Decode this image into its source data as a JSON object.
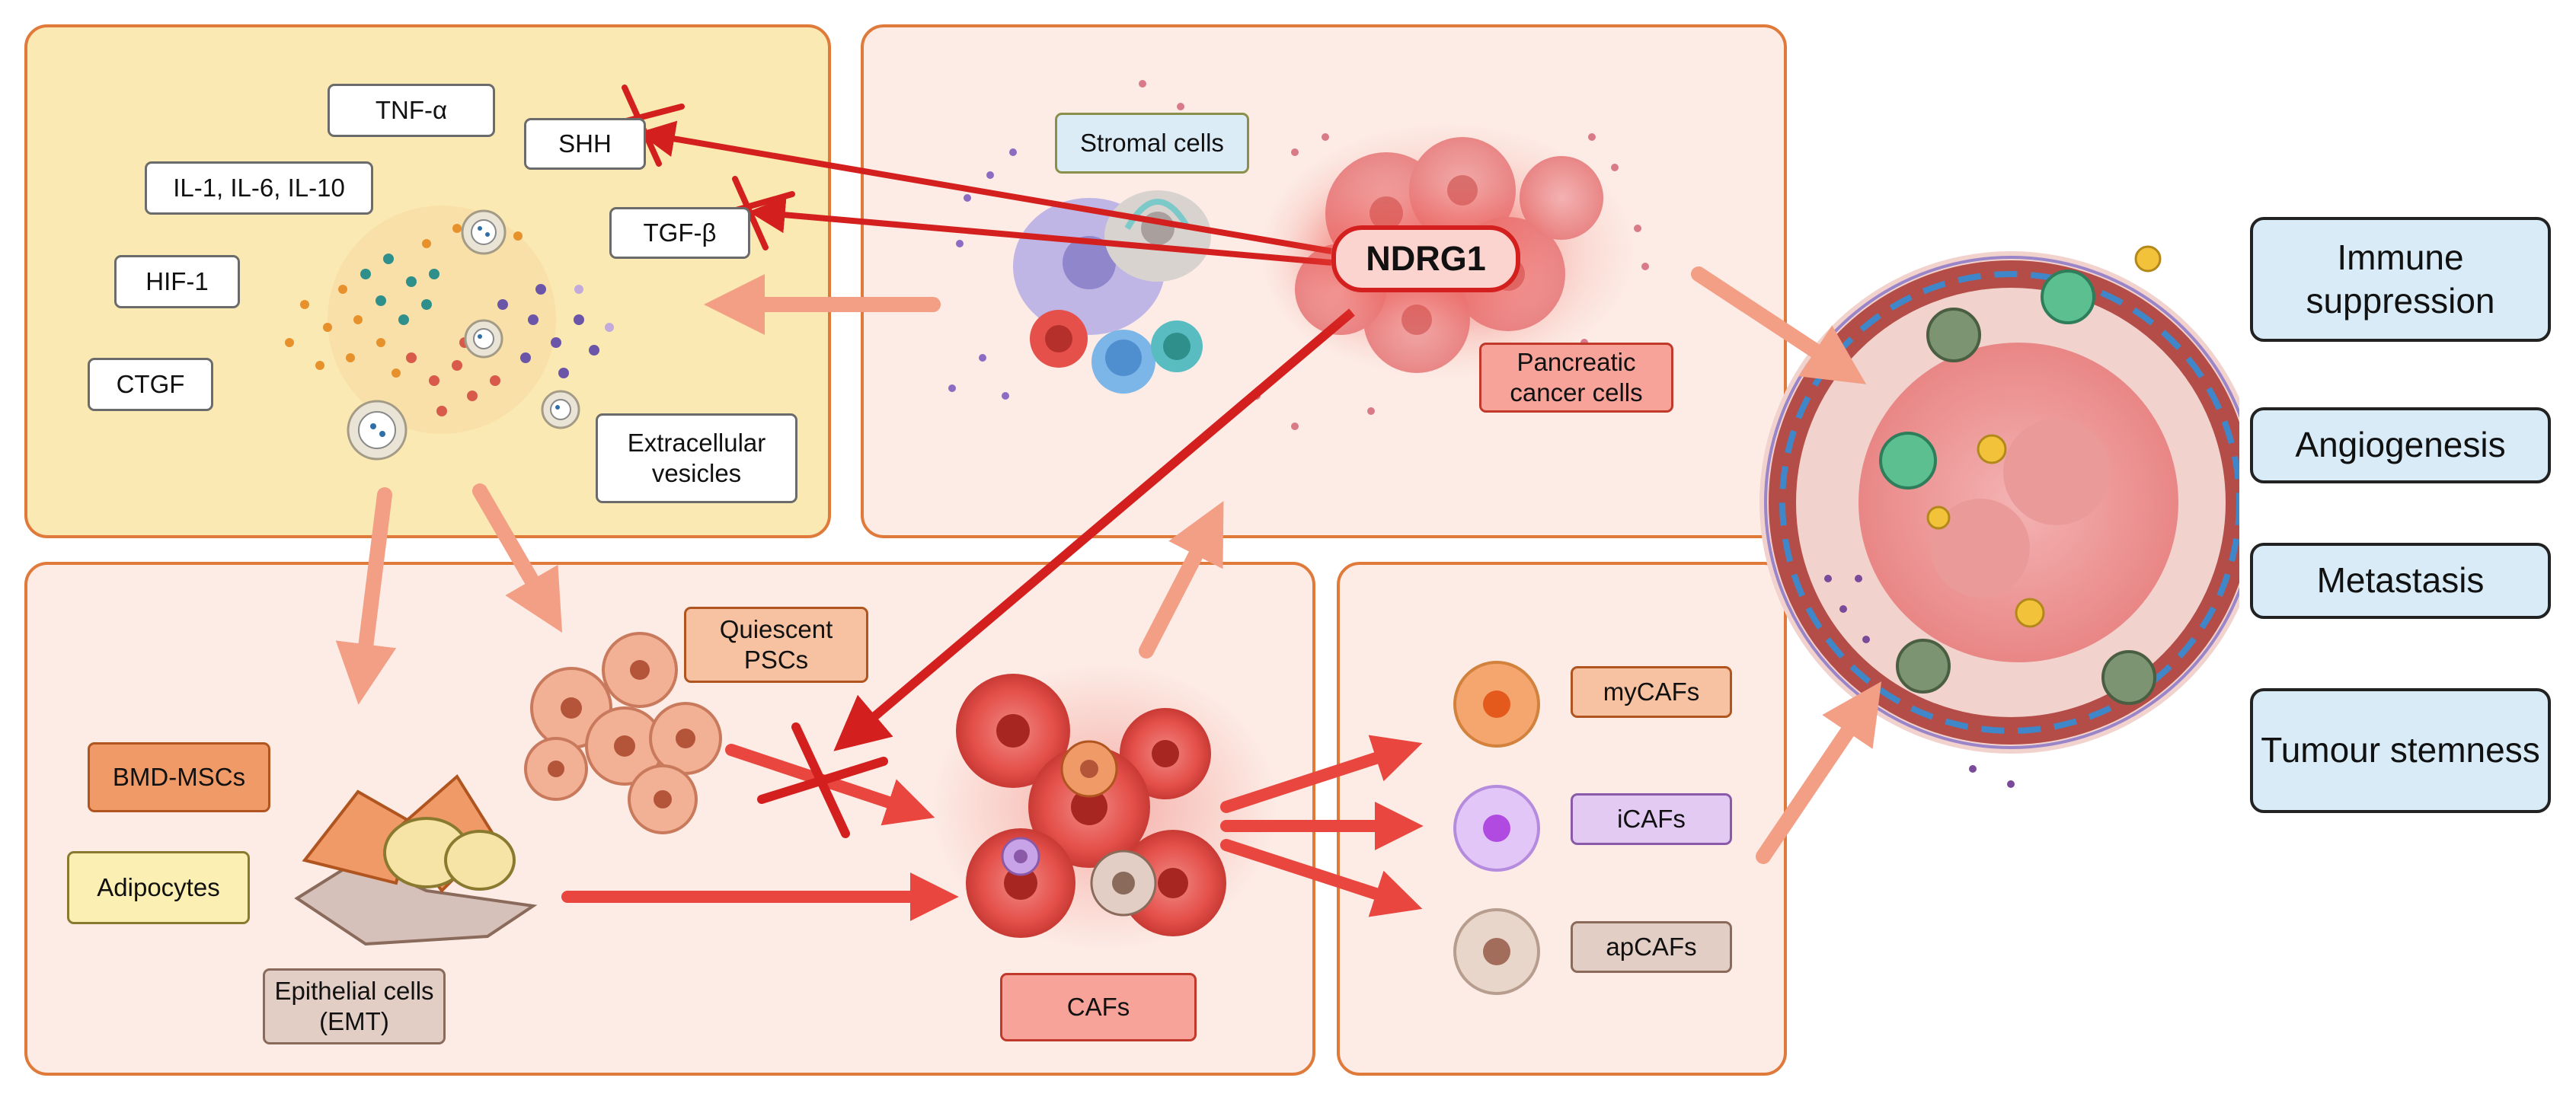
{
  "labels": {
    "tnf": "TNF-α",
    "shh": "SHH",
    "il": "IL-1, IL-6, IL-10",
    "tgf": "TGF-β",
    "hif": "HIF-1",
    "ctgf": "CTGF",
    "ev": "Extracellular vesicles",
    "stromal": "Stromal cells",
    "ndrg1": "NDRG1",
    "pcc": "Pancreatic cancer cells",
    "psc": "Quiescent PSCs",
    "bmd": "BMD-MSCs",
    "adipo": "Adipocytes",
    "epi": "Epithelial cells (EMT)",
    "cafs": "CAFs",
    "mycafs": "myCAFs",
    "icafs": "iCAFs",
    "apcafs": "apCAFs"
  },
  "outcomes": [
    "Immune suppression",
    "Angiogenesis",
    "Metastasis",
    "Tumour stemness"
  ],
  "colors": {
    "panel_border": "#e07a3a",
    "cytokine_panel": "#fbe9b3",
    "pink_panel": "#fdece6",
    "inhibition": "#d3201e",
    "flow_arrow": "#f5a58a",
    "outcome_box": "#d8ebf6"
  }
}
